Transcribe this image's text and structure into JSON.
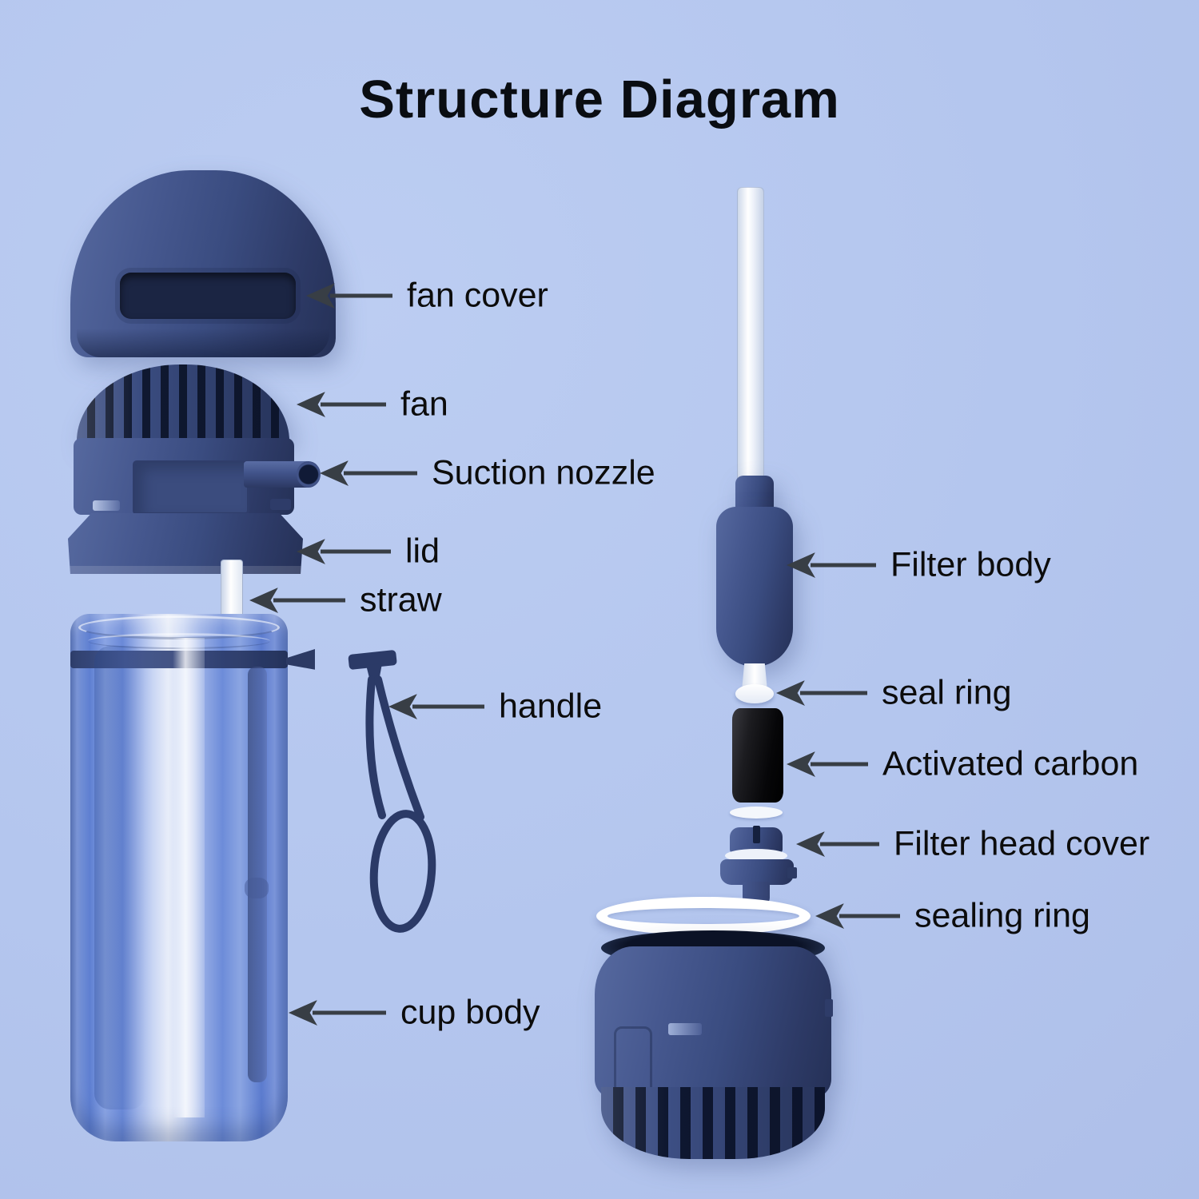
{
  "title": "Structure Diagram",
  "labels": {
    "fan_cover": "fan cover",
    "fan": "fan",
    "suction_nozzle": "Suction nozzle",
    "lid": "lid",
    "straw": "straw",
    "handle": "handle",
    "cup_body": "cup body",
    "filter_body": "Filter body",
    "seal_ring": "seal ring",
    "activated_carbon": "Activated carbon",
    "filter_head_cover": "Filter head cover",
    "sealing_ring": "sealing ring"
  },
  "colors": {
    "background": "#b4c6ee",
    "navy": "#3a4c80",
    "navy_dark": "#253157",
    "slot_interior": "#1b2543",
    "bottle_blue": "#6d8cd9",
    "carbon_black": "#0a0a0c",
    "arrow": "#383e45",
    "label_text": "#0c0c0c",
    "white_part": "#ffffff"
  }
}
